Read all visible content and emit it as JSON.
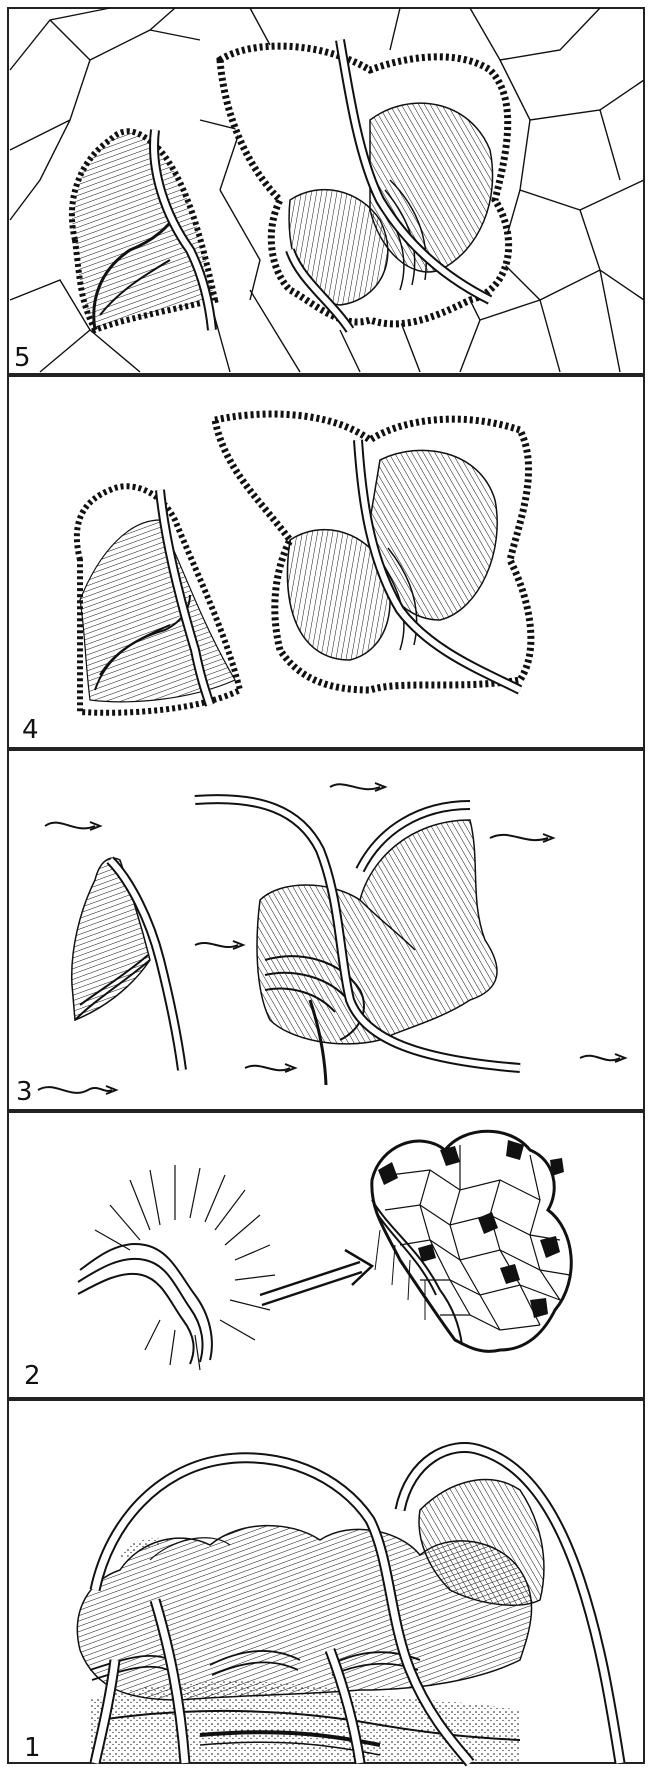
{
  "panels": [
    {
      "id": "panel-5",
      "label": "5"
    },
    {
      "id": "panel-4",
      "label": "4"
    },
    {
      "id": "panel-3",
      "label": "3"
    },
    {
      "id": "panel-2",
      "label": "2"
    },
    {
      "id": "panel-1",
      "label": "1"
    }
  ],
  "colors": {
    "ink": "#111111",
    "paper": "#ffffff",
    "border": "#222222"
  }
}
